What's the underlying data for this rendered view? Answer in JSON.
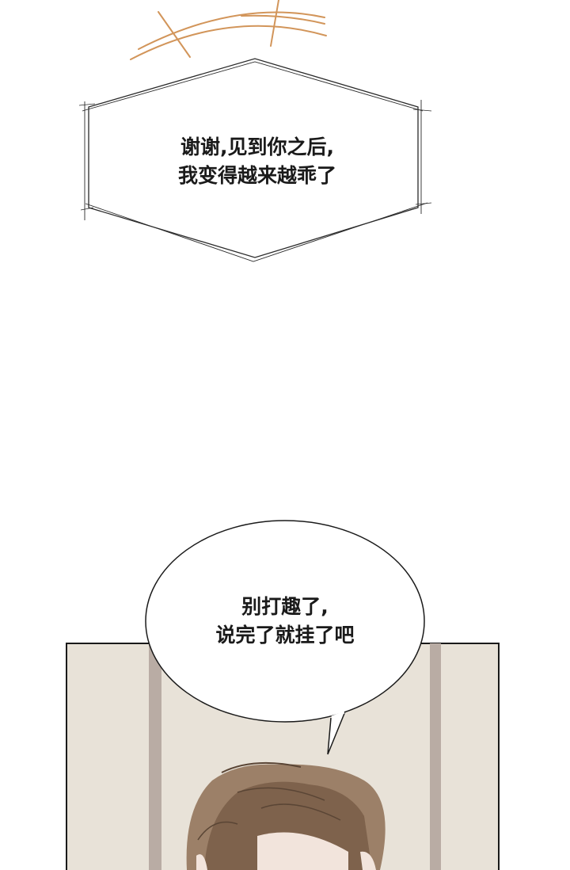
{
  "page": {
    "background": "#ffffff"
  },
  "bubbles": {
    "thought": {
      "lines": [
        "谢谢,见到你之后,",
        "我变得越来越乖了"
      ]
    },
    "speech": {
      "lines": [
        "别打趣了,",
        "说完了就挂了吧"
      ]
    }
  },
  "colors": {
    "accent_strokes": "#d2955a",
    "panel_background": "#e8e2d8",
    "panel_border": "#1a1a1a",
    "pillar": "#b9aca4",
    "hair": "#8a6e57",
    "skin": "#f2e4dc"
  }
}
